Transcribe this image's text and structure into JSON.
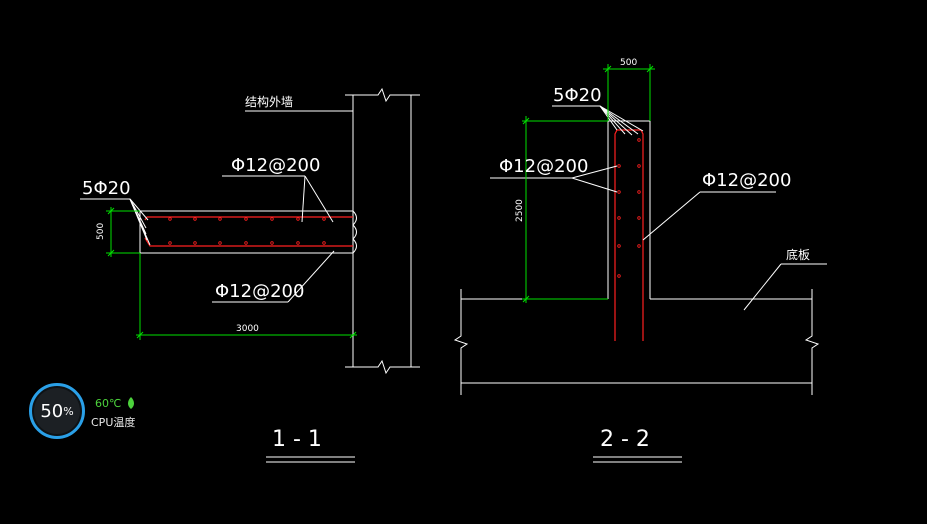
{
  "section_1": {
    "wall_label": "结构外墙",
    "rebar_top": "Φ12@200",
    "rebar_bottom": "Φ12@200",
    "rebar_end": "5Φ20",
    "dim_thickness": "500",
    "dim_length": "3000",
    "title": "1 - 1"
  },
  "section_2": {
    "rebar_top": "5Φ20",
    "rebar_left": "Φ12@200",
    "rebar_right": "Φ12@200",
    "slab_label": "底板",
    "dim_width": "500",
    "dim_height": "2500",
    "title": "2 - 2"
  },
  "cpu_widget": {
    "percent": "50",
    "percent_unit": "%",
    "temperature": "60℃",
    "label": "CPU温度"
  },
  "colors": {
    "line": "#ffffff",
    "dimension": "#00e000",
    "rebar": "#ff2020",
    "accent": "#2aa0e8",
    "temp": "#4cd23c"
  },
  "icons": [
    "leaf-icon"
  ]
}
